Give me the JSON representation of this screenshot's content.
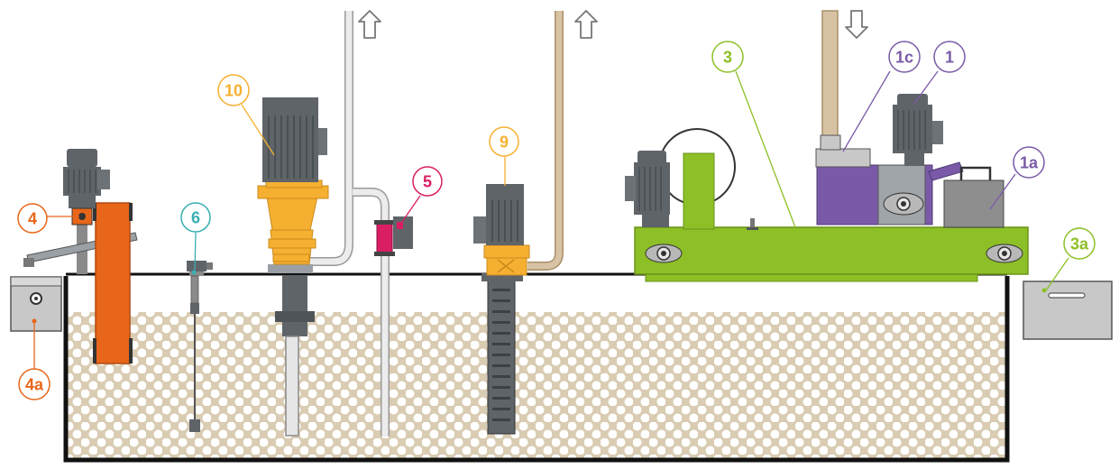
{
  "colors": {
    "orange": "#e8661a",
    "yellow": "#f6b031",
    "teal": "#3aaeb0",
    "magenta": "#d91e63",
    "green": "#8dbf27",
    "purple": "#7a5aa8",
    "motor_gray": "#5f6469",
    "tan_pipe": "#d7c3a4",
    "pipe_light": "#e8e8e8",
    "sludge": "#d9ccb2",
    "tank_line": "#111111",
    "container": "#c8c8c8"
  },
  "icons": [
    "arrow-up-icon",
    "arrow-up-icon",
    "arrow-down-icon"
  ],
  "callouts": {
    "c4": "4",
    "c4a": "4a",
    "c6": "6",
    "c10": "10",
    "c5": "5",
    "c9": "9",
    "c3": "3",
    "c1c": "1c",
    "c1": "1",
    "c1a": "1a",
    "c3a": "3a"
  }
}
